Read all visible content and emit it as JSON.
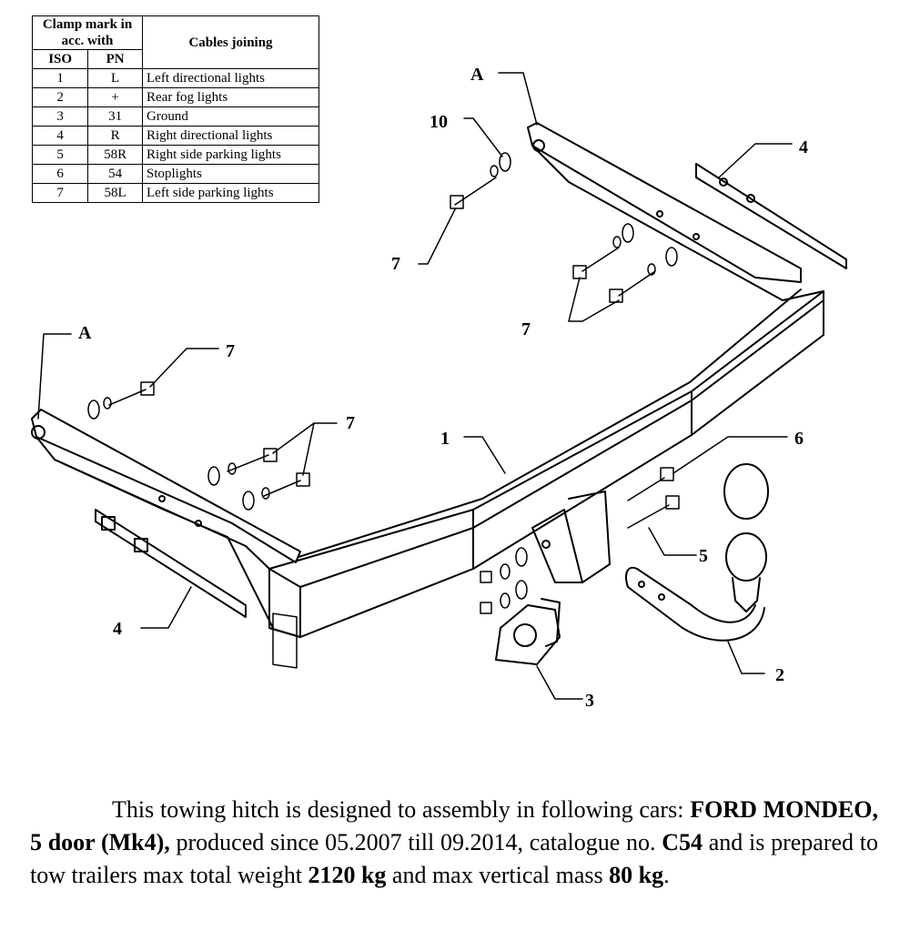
{
  "table": {
    "header_clamp": "Clamp mark in acc. with",
    "header_cables": "Cables joining",
    "header_iso": "ISO",
    "header_pn": "PN",
    "rows": [
      {
        "iso": "1",
        "pn": "L",
        "cable": "Left directional lights"
      },
      {
        "iso": "2",
        "pn": "+",
        "cable": "Rear fog lights"
      },
      {
        "iso": "3",
        "pn": "31",
        "cable": "Ground"
      },
      {
        "iso": "4",
        "pn": "R",
        "cable": "Right directional lights"
      },
      {
        "iso": "5",
        "pn": "58R",
        "cable": "Right side parking lights"
      },
      {
        "iso": "6",
        "pn": "54",
        "cable": "Stoplights"
      },
      {
        "iso": "7",
        "pn": "58L",
        "cable": "Left side parking lights"
      }
    ]
  },
  "callouts": {
    "a_top": "A",
    "a_left": "A",
    "n10": "10",
    "n4_right": "4",
    "n7_top": "7",
    "n7_right": "7",
    "n7_left1": "7",
    "n7_left2": "7",
    "n1": "1",
    "n6": "6",
    "n5": "5",
    "n2": "2",
    "n3": "3",
    "n4_left": "4"
  },
  "note": {
    "t1": "This towing hitch is designed to assembly in following cars: ",
    "b1": "FORD MONDEO, 5 door (Mk4),",
    "t2": " produced since 05.2007 till 09.2014, catalogue no. ",
    "b2": "C54",
    "t3": " and is prepared to tow trailers max total weight ",
    "b3": "2120 kg",
    "t4": " and max vertical mass ",
    "b4": "80 kg",
    "t5": "."
  }
}
